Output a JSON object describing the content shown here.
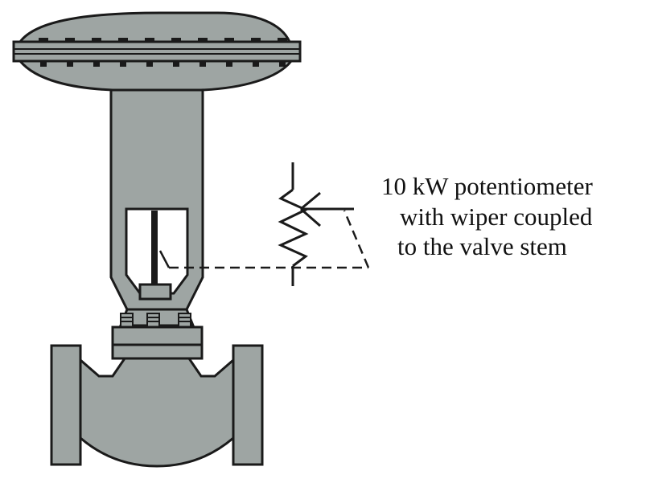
{
  "colors": {
    "metal_fill": "#9ea5a3",
    "outline": "#1a1a1a",
    "background": "#ffffff"
  },
  "annotation": {
    "line1": "10 kW potentiometer",
    "line2": "with wiper coupled",
    "line3": "to the valve stem"
  },
  "components": {
    "actuator": "diaphragm-actuator",
    "yoke": "yoke",
    "stem": "valve-stem",
    "bonnet": "bonnet",
    "body": "valve-body",
    "sensor": "potentiometer",
    "linkage": "wiper-linkage"
  }
}
